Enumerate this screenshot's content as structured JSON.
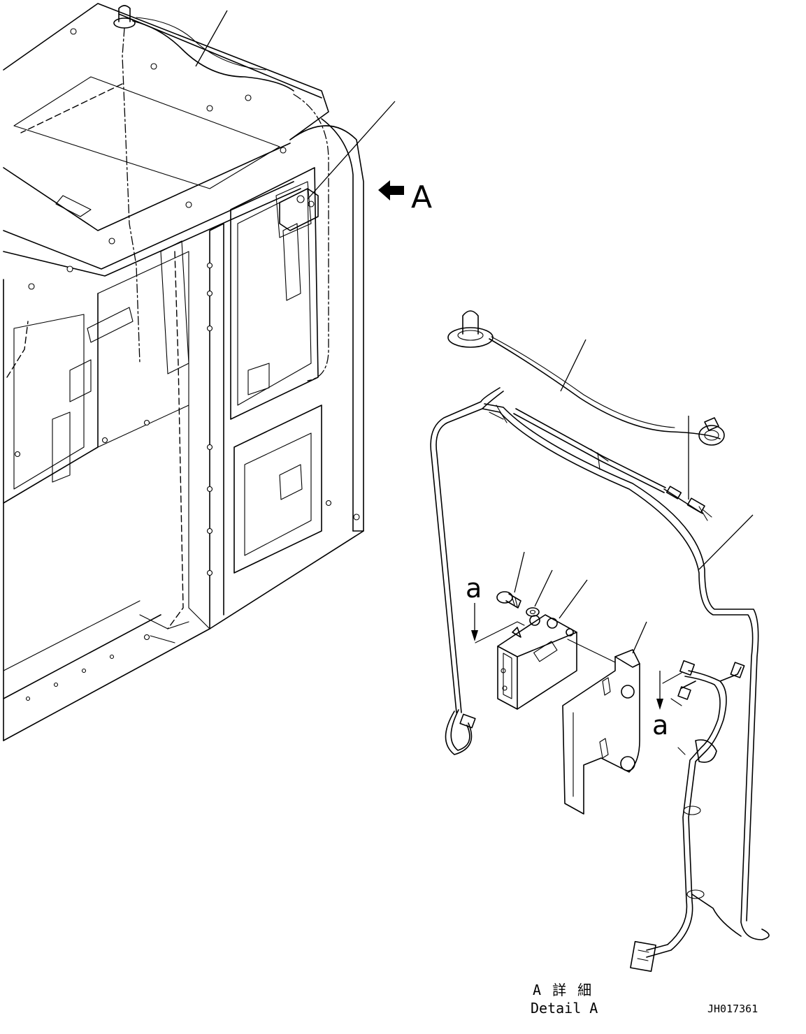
{
  "view_marker": {
    "letter": "A"
  },
  "mount_marker_left": {
    "letter": "a"
  },
  "mount_marker_right": {
    "letter": "a"
  },
  "detail_caption": {
    "jp": "A 詳 細",
    "en": "Detail A"
  },
  "drawing_number": "JH017361"
}
